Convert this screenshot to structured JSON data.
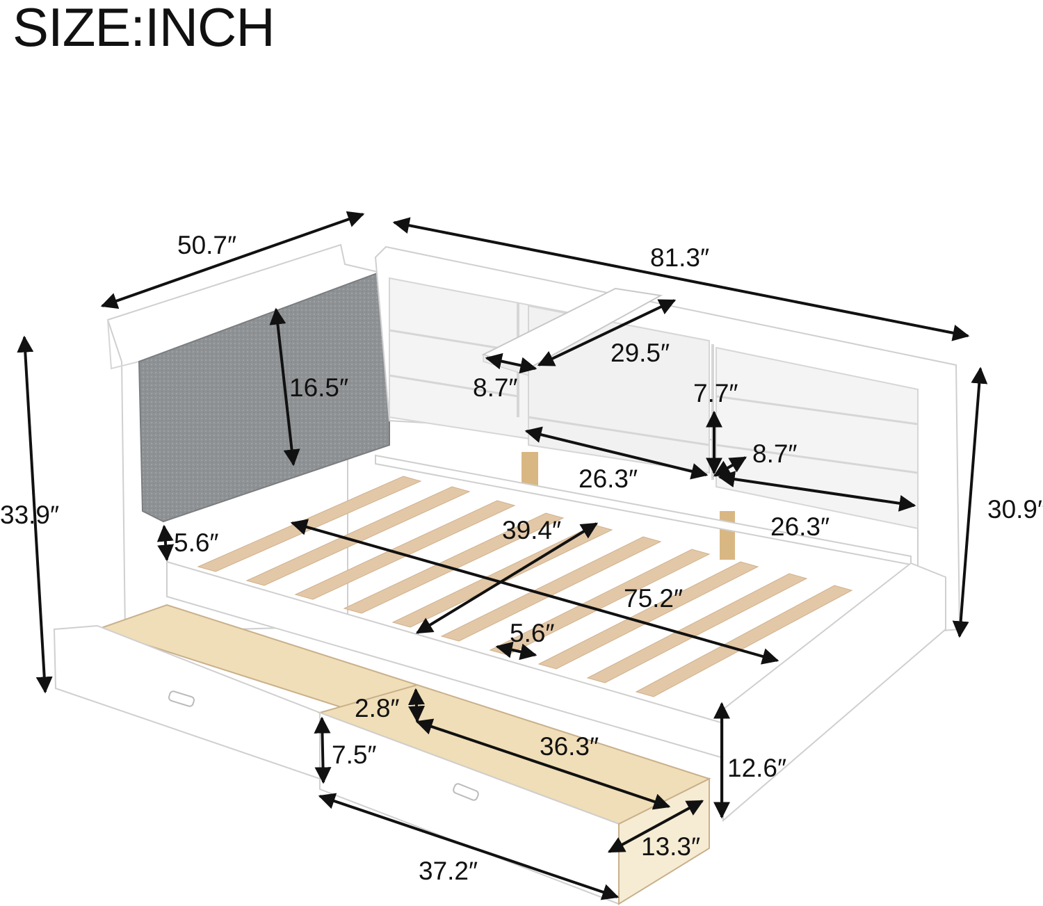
{
  "title": "SIZE:INCH",
  "product": {
    "colors": {
      "frame": "#ffffff",
      "outline": "#cfcfcf",
      "cushion": "#8f9294",
      "slat": "#e3c8a8",
      "leg": "#d9b783",
      "drawer_inside": "#f0deb8"
    }
  },
  "dimensions": {
    "overall_depth": "50.7″",
    "overall_length": "81.3″",
    "overall_height": "33.9″",
    "shelf_height": "30.9″",
    "cushion_height": "16.5″",
    "shelf_depth": "8.7″",
    "desk_length": "29.5″",
    "shelf_gap": "7.7″",
    "shelf_depth_right": "8.7″",
    "shelf_length_middle": "26.3″",
    "shelf_length_right": "26.3″",
    "slat_length": "39.4″",
    "inner_length": "75.2″",
    "rail_gap": "5.6″",
    "slat_gap": "5.6″",
    "drawer_inner_height": "2.8″",
    "drawer_inner_length": "36.3″",
    "drawer_height": "7.5″",
    "frame_height": "12.6″",
    "drawer_depth": "13.3″",
    "drawer_length": "37.2″"
  }
}
